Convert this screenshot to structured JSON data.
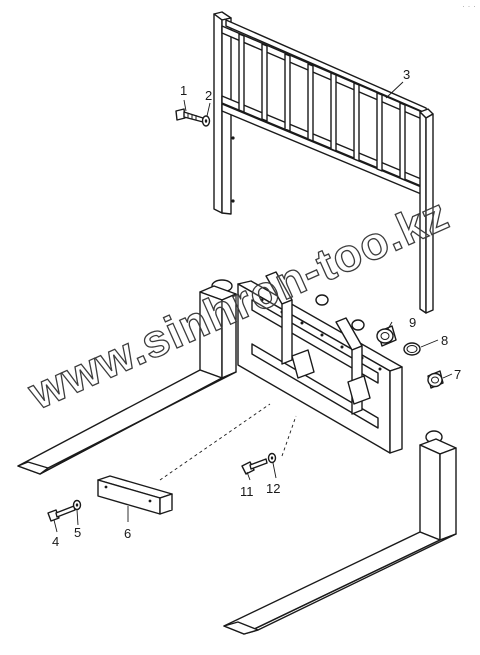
{
  "callouts": [
    "1",
    "2",
    "3",
    "4",
    "5",
    "6",
    "7",
    "8",
    "9",
    "11",
    "12"
  ],
  "watermark": "www.sinhron-too.kz",
  "corner_mark": "· · ·",
  "colors": {
    "line": "#1a1a1a",
    "watermark_outline": "#3c3c3c",
    "background": "#ffffff"
  }
}
